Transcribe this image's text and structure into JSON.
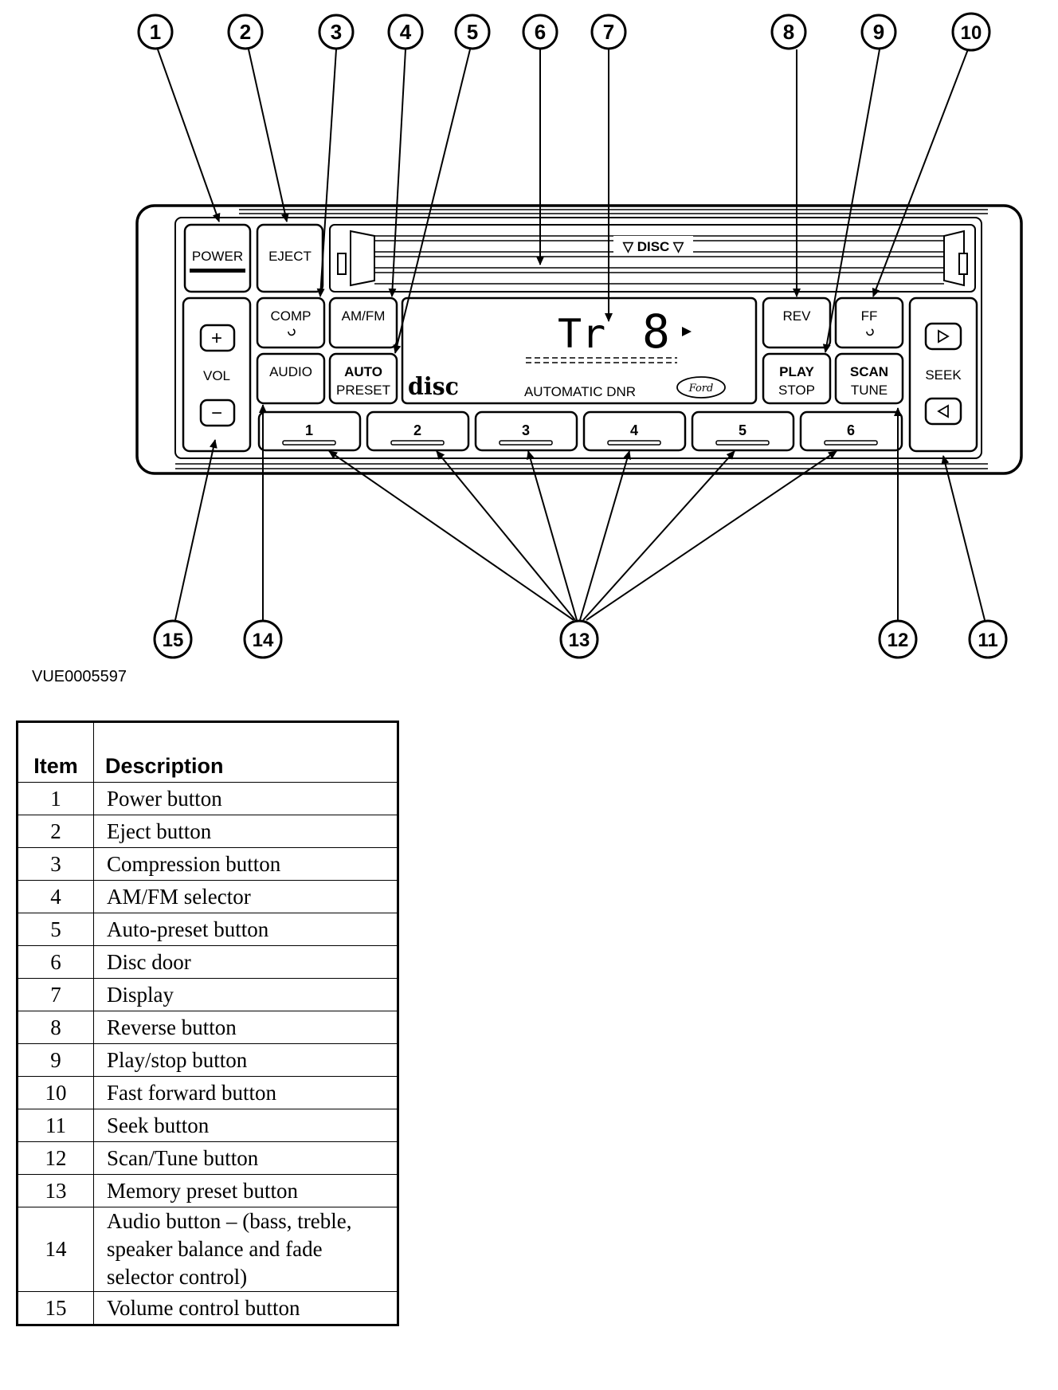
{
  "callouts": [
    "1",
    "2",
    "3",
    "4",
    "5",
    "6",
    "7",
    "8",
    "9",
    "10",
    "11",
    "12",
    "13",
    "14",
    "15"
  ],
  "radio": {
    "power": "POWER",
    "eject": "EJECT",
    "disc": "▽ DISC ▽",
    "comp": "COMP",
    "amfm": "AM/FM",
    "audio": "AUDIO",
    "auto_preset": [
      "AUTO",
      "PRESET"
    ],
    "vol": "VOL",
    "vol_up": "+",
    "vol_down": "−",
    "display": {
      "track_label": "Tr",
      "track_number": "8",
      "dnr": "AUTOMATIC DNR",
      "brand": "Ford",
      "disc_logo": "disc"
    },
    "rev": "REV",
    "ff": "FF",
    "play_stop": [
      "PLAY",
      "STOP"
    ],
    "scan_tune": [
      "SCAN",
      "TUNE"
    ],
    "seek": "SEEK",
    "presets": [
      "1",
      "2",
      "3",
      "4",
      "5",
      "6"
    ]
  },
  "figure_id": "VUE0005597",
  "table": {
    "headers": [
      "Item",
      "Description"
    ],
    "rows": [
      {
        "item": "1",
        "desc": "Power button"
      },
      {
        "item": "2",
        "desc": "Eject button"
      },
      {
        "item": "3",
        "desc": "Compression button"
      },
      {
        "item": "4",
        "desc": "AM/FM selector"
      },
      {
        "item": "5",
        "desc": "Auto-preset button"
      },
      {
        "item": "6",
        "desc": "Disc door"
      },
      {
        "item": "7",
        "desc": "Display"
      },
      {
        "item": "8",
        "desc": "Reverse button"
      },
      {
        "item": "9",
        "desc": "Play/stop button"
      },
      {
        "item": "10",
        "desc": "Fast forward button"
      },
      {
        "item": "11",
        "desc": "Seek button"
      },
      {
        "item": "12",
        "desc": "Scan/Tune button"
      },
      {
        "item": "13",
        "desc": "Memory preset button"
      },
      {
        "item": "14",
        "desc": "Audio button – (bass, treble, speaker balance and fade selector control)"
      },
      {
        "item": "15",
        "desc": "Volume control button"
      }
    ]
  }
}
